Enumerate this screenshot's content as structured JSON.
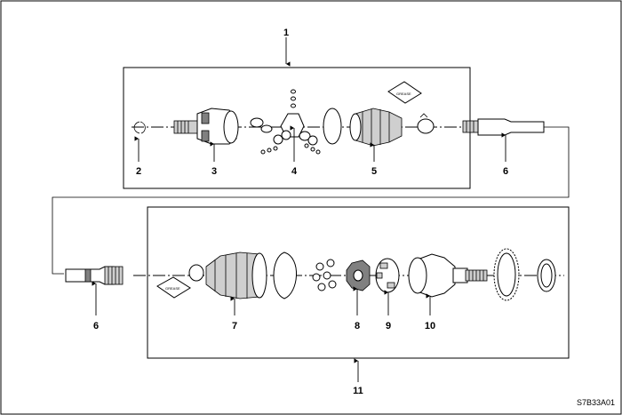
{
  "callouts": [
    "1",
    "2",
    "3",
    "4",
    "5",
    "6",
    "6",
    "7",
    "8",
    "9",
    "10",
    "11"
  ],
  "grease_label": "GREASE",
  "figure_code": "S7B33A01"
}
